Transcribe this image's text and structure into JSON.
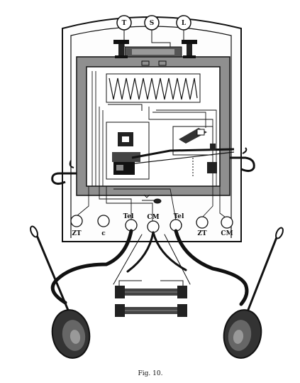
{
  "top_terminals": {
    "t": "T",
    "s": "S",
    "l": "L"
  },
  "bottom_terminals": {
    "zt_left": "ZT",
    "c": "c",
    "tel_left": "Tel",
    "cm_center": "CM",
    "tel_right": "Tel",
    "zt_right": "ZT",
    "cm_right": "CM"
  },
  "caption": "Fig. 10."
}
